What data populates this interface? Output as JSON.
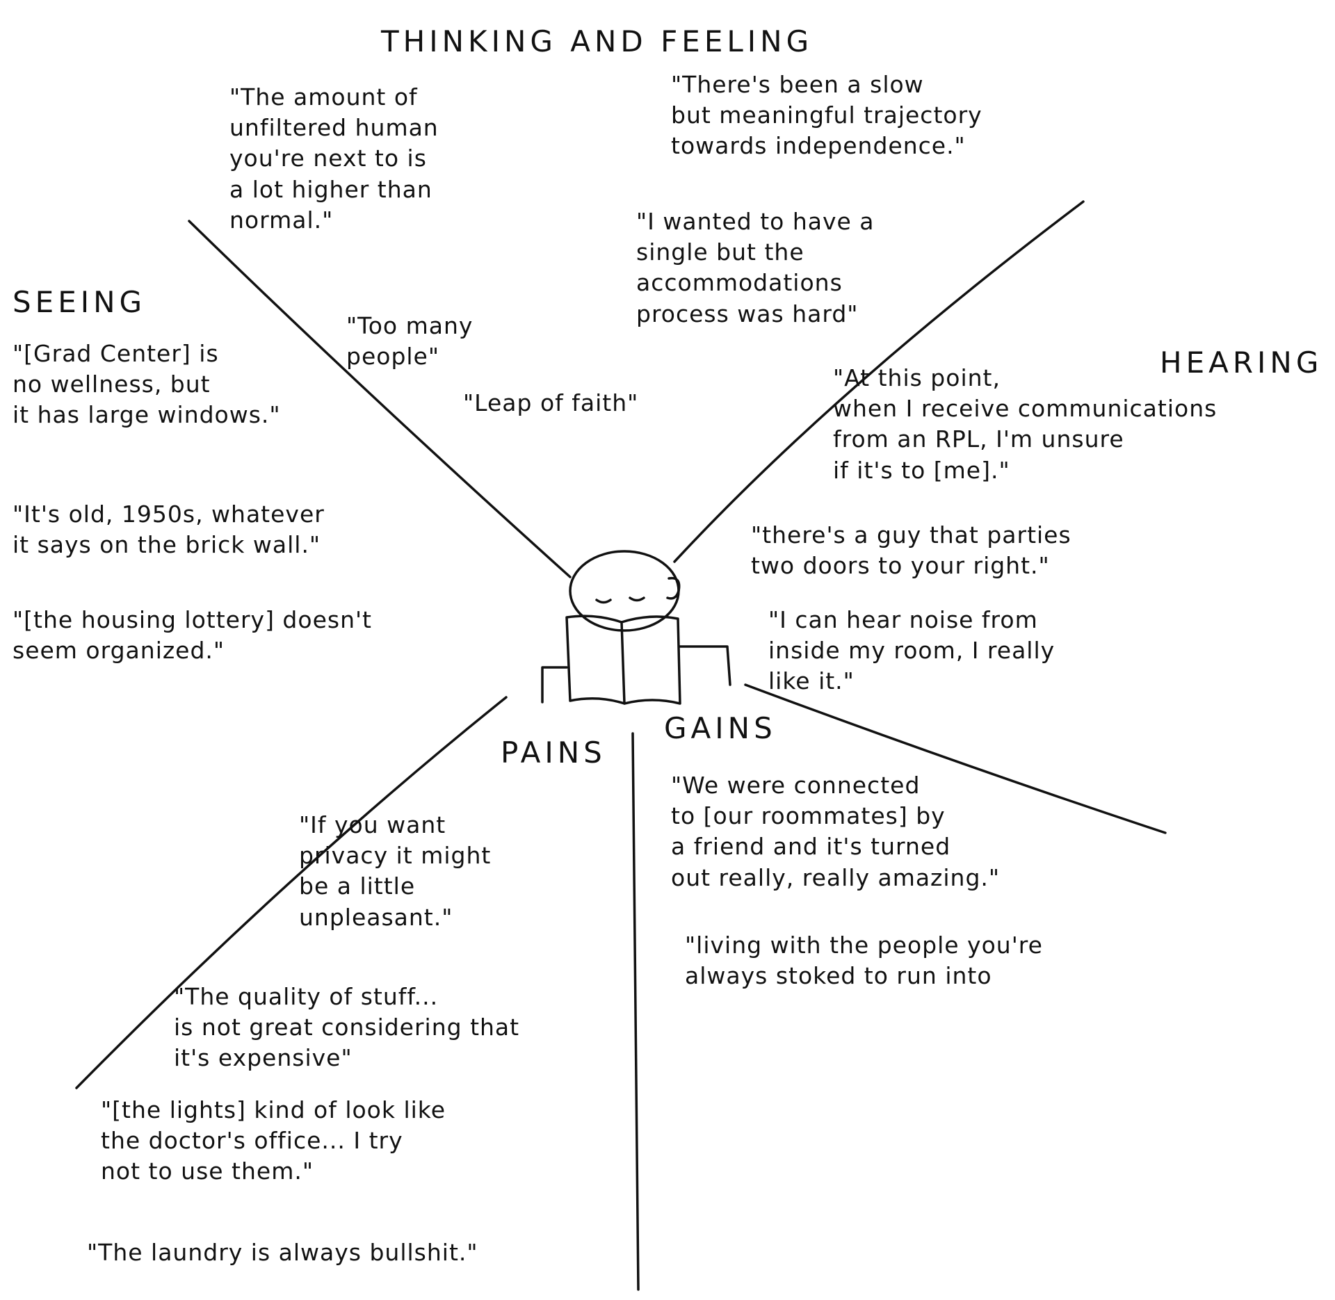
{
  "colors": {
    "ink": "#111111",
    "paper": "#ffffff"
  },
  "sections": {
    "thinking_feeling": {
      "label": "THINKING AND FEELING",
      "quotes": [
        "\"The amount of\nunfiltered human\nyou're next to is\na lot higher than\nnormal.\"",
        "\"Too many\npeople\"",
        "\"Leap of faith\"",
        "\"There's been a slow\nbut meaningful trajectory\ntowards independence.\"",
        "\"I wanted to have a\nsingle but the\naccommodations\nprocess was hard\""
      ]
    },
    "seeing": {
      "label": "SEEING",
      "quotes": [
        "\"[Grad Center] is\nno wellness, but\nit has large windows.\"",
        "\"It's old, 1950s, whatever\nit says on the brick wall.\"",
        "\"[the housing lottery] doesn't\nseem organized.\""
      ]
    },
    "hearing": {
      "label": "HEARING",
      "quotes": [
        "\"At this point,\nwhen I receive communications\nfrom an RPL, I'm unsure\nif it's to [me].\"",
        "\"there's a guy that parties\ntwo doors to your right.\"",
        "\"I can hear noise from\ninside my room, I really\nlike it.\""
      ]
    },
    "pains": {
      "label": "PAINS",
      "quotes": [
        "\"If you want\nprivacy it might\nbe a little\nunpleasant.\"",
        "\"The quality of stuff...\nis not great considering that\nit's expensive\"",
        "\"[the lights] kind of look like\nthe doctor's office... I try\nnot to use them.\"",
        "\"The laundry is always bullshit.\""
      ]
    },
    "gains": {
      "label": "GAINS",
      "quotes": [
        "\"We were connected\nto [our roommates] by\na friend and it's turned\nout really, really amazing.\"",
        "\"living with the people you're\nalways stoked to run into"
      ]
    }
  }
}
